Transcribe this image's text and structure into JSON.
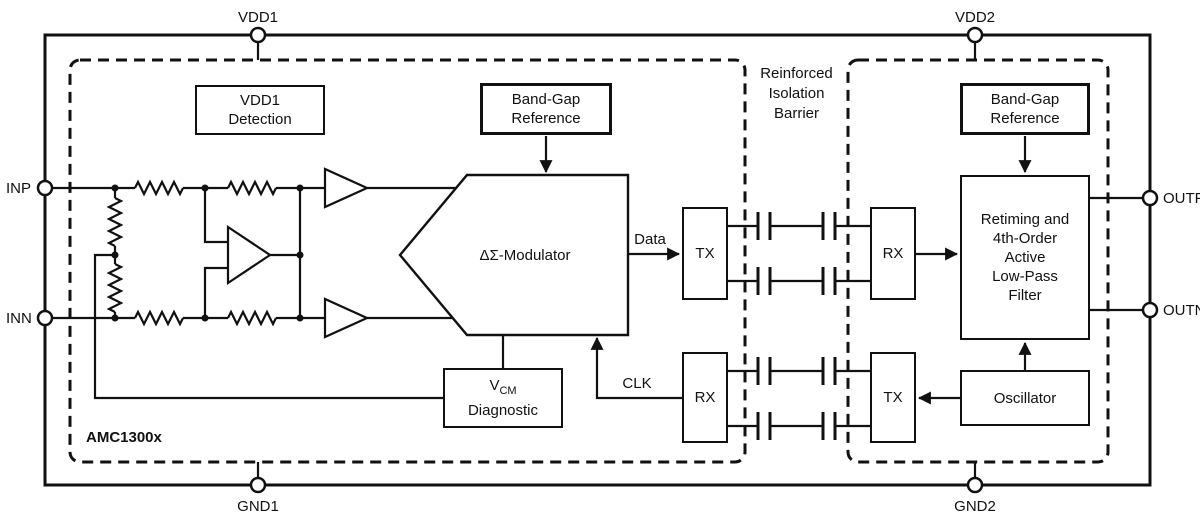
{
  "chip": {
    "name": "AMC1300x"
  },
  "pins": {
    "vdd1": "VDD1",
    "vdd2": "VDD2",
    "gnd1": "GND1",
    "gnd2": "GND2",
    "inp": "INP",
    "inn": "INN",
    "outp": "OUTP",
    "outn": "OUTN"
  },
  "barrier": {
    "lines": [
      "Reinforced",
      "Isolation",
      "Barrier"
    ]
  },
  "blocks": {
    "vdd1_detection": {
      "lines": [
        "VDD1",
        "Detection"
      ]
    },
    "bandgap_left": {
      "lines": [
        "Band-Gap",
        "Reference"
      ]
    },
    "modulator": {
      "label": "ΔΣ-Modulator"
    },
    "vcm_diagnostic": {
      "symbol": "V",
      "subscript": "CM",
      "line2": "Diagnostic"
    },
    "tx_top": {
      "label": "TX"
    },
    "rx_top": {
      "label": "RX"
    },
    "rx_bottom": {
      "label": "RX"
    },
    "tx_bottom": {
      "label": "TX"
    },
    "bandgap_right": {
      "lines": [
        "Band-Gap",
        "Reference"
      ]
    },
    "filter": {
      "lines": [
        "Retiming and",
        "4th-Order",
        "Active",
        "Low-Pass",
        "Filter"
      ]
    },
    "oscillator": {
      "label": "Oscillator"
    }
  },
  "signals": {
    "data": "Data",
    "clk": "CLK"
  },
  "colors": {
    "ink": "#111111",
    "background": "#ffffff"
  }
}
